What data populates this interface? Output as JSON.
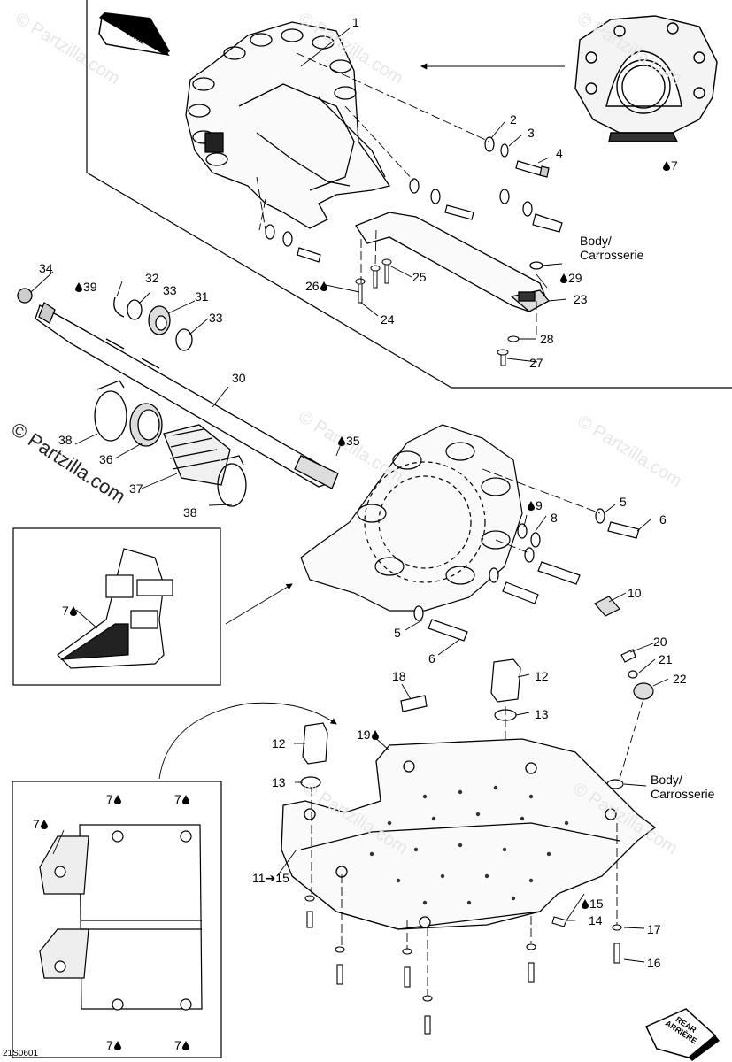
{
  "diagram": {
    "code": "21S0601",
    "watermark": "© Partzilla.com",
    "rear_tag": [
      "REAR",
      "ARRIÈRE"
    ],
    "body_label": [
      "Body/",
      "Carrosserie"
    ],
    "callouts": {
      "c1": "1",
      "c2": "2",
      "c3": "3",
      "c4": "4",
      "c7": "7",
      "c26": "26",
      "c25": "25",
      "c24": "24",
      "c29": "29",
      "c23": "23",
      "c28": "28",
      "c27": "27",
      "c34": "34",
      "c39": "39",
      "c32": "32",
      "c33a": "33",
      "c31": "31",
      "c33b": "33",
      "c30": "30",
      "c35": "35",
      "c36": "36",
      "c37": "37",
      "c38a": "38",
      "c38b": "38",
      "c9": "9",
      "c8": "8",
      "c5a": "5",
      "c6a": "6",
      "c10": "10",
      "c5b": "5",
      "c6b": "6",
      "c7inset": "7",
      "c20": "20",
      "c21": "21",
      "c22": "22",
      "c18": "18",
      "c12a": "12",
      "c13a": "13",
      "c12b": "12",
      "c19": "19",
      "c13b": "13",
      "c11": "11",
      "c15arrow": "15",
      "c15": "15",
      "c14": "14",
      "c17": "17",
      "c16": "16",
      "p7a": "7",
      "p7b": "7",
      "p7c": "7",
      "p7d": "7",
      "p7e": "7"
    },
    "icons": {
      "drop": "oil-drop-icon",
      "arrow": "arrow-right-icon"
    }
  }
}
